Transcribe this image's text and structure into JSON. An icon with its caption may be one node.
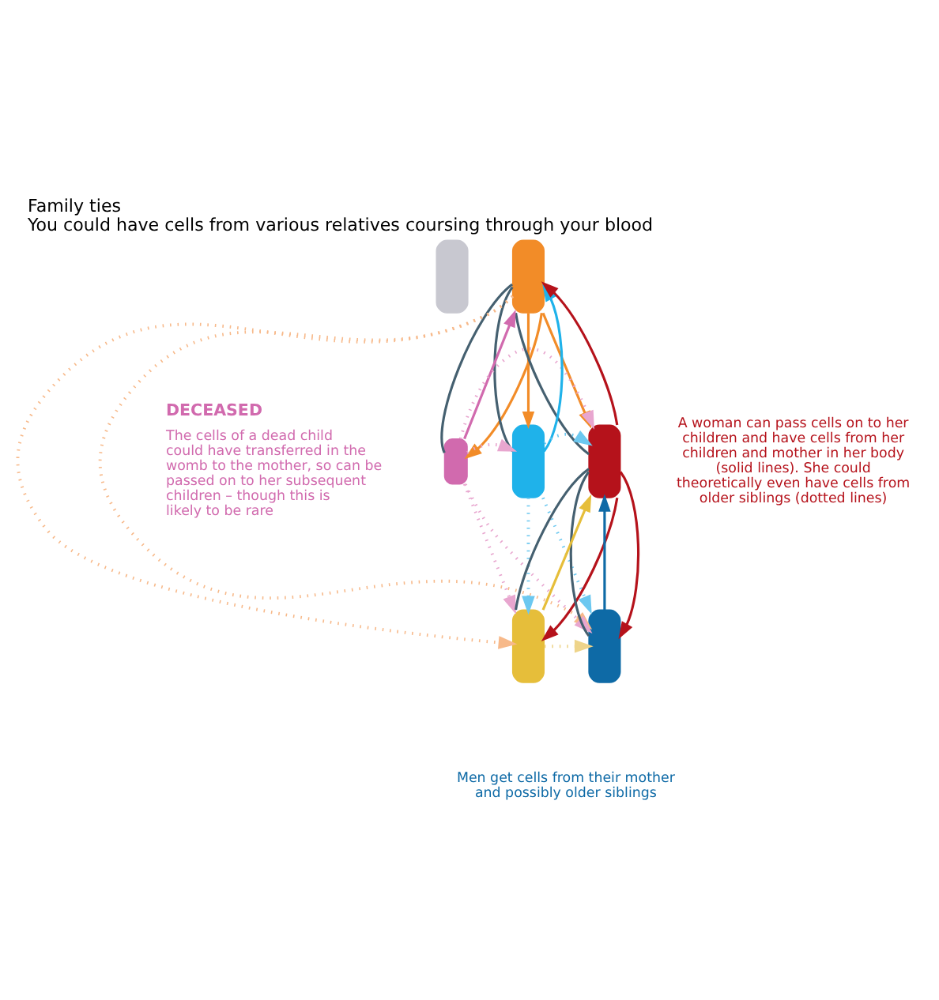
{
  "diagram": {
    "title": "Family ties",
    "caption": "You could have cells from various relatives coursing through your blood",
    "nodes": [
      {
        "text": [],
        "shape": "person"
      },
      {
        "text": [],
        "shape": "person"
      },
      {
        "text": [],
        "shape": "person",
        "beside": [
          "DECEASED",
          "The cells of a dead child could have transferred in the womb to the mother, so can be passed on to her subsequent children – though this is likely to be rare"
        ]
      },
      {
        "text": [],
        "shape": "person"
      },
      {
        "text": [],
        "shape": "person"
      },
      {
        "text": [],
        "shape": "person"
      },
      {
        "text": [],
        "shape": "person"
      }
    ],
    "edges": [
      {
        "from": 1,
        "to": 2,
        "arrow": "none",
        "color": "#456070"
      },
      {
        "from": 1,
        "to": 3,
        "arrow": "none",
        "color": "#456070"
      },
      {
        "from": 1,
        "to": 4,
        "arrow": "none",
        "color": "#456070"
      },
      {
        "from": 4,
        "to": 5,
        "arrow": "none",
        "color": "#456070"
      },
      {
        "from": 4,
        "to": 6,
        "arrow": "none",
        "color": "#456070"
      },
      {
        "from": 2,
        "to": 1,
        "arrow": "to",
        "color": "#d16aae"
      },
      {
        "from": 1,
        "to": 2,
        "arrow": "to",
        "color": "#f28c28"
      },
      {
        "from": 1,
        "to": 3,
        "arrow": "to",
        "color": "#f28c28"
      },
      {
        "from": 1,
        "to": 4,
        "arrow": "to",
        "color": "#f28c28"
      },
      {
        "from": 3,
        "to": 1,
        "arrow": "to",
        "color": "#1fb2ea"
      },
      {
        "from": 4,
        "to": 1,
        "arrow": "to",
        "color": "#b5121b"
      },
      {
        "from": 2,
        "to": 3,
        "arrow": "to",
        "style": "dashed",
        "color": "#e8a6cf"
      },
      {
        "from": 2,
        "to": 4,
        "arrow": "to",
        "style": "dashed",
        "color": "#e8a6cf"
      },
      {
        "from": 3,
        "to": 4,
        "arrow": "to",
        "style": "dashed",
        "color": "#6cc8f0"
      },
      {
        "from": 5,
        "to": 4,
        "arrow": "to",
        "color": "#e6be3a"
      },
      {
        "from": 6,
        "to": 4,
        "arrow": "to",
        "color": "#0e6aa6"
      },
      {
        "from": 4,
        "to": 5,
        "arrow": "to",
        "color": "#b5121b"
      },
      {
        "from": 4,
        "to": 6,
        "arrow": "to",
        "color": "#b5121b"
      },
      {
        "from": 3,
        "to": 5,
        "arrow": "to",
        "style": "dashed",
        "color": "#6cc8f0"
      },
      {
        "from": 3,
        "to": 6,
        "arrow": "to",
        "style": "dashed",
        "color": "#6cc8f0"
      },
      {
        "from": 1,
        "to": 5,
        "arrow": "to",
        "style": "dashed",
        "color": "#f7b98a"
      },
      {
        "from": 1,
        "to": 6,
        "arrow": "to",
        "style": "dashed",
        "color": "#f7b98a"
      },
      {
        "from": 2,
        "to": 5,
        "arrow": "to",
        "style": "dashed",
        "color": "#e8a6cf"
      },
      {
        "from": 2,
        "to": 6,
        "arrow": "to",
        "style": "dashed",
        "color": "#e8a6cf"
      },
      {
        "from": 5,
        "to": 6,
        "arrow": "to",
        "style": "dashed",
        "color": "#eed48a"
      }
    ],
    "labels": [
      "A woman can pass cells on to her children and have cells from her children and mother in her body (solid lines). She could theoretically even have cells from older siblings (dotted lines)",
      "Men get cells from their mother and possibly older siblings"
    ]
  }
}
